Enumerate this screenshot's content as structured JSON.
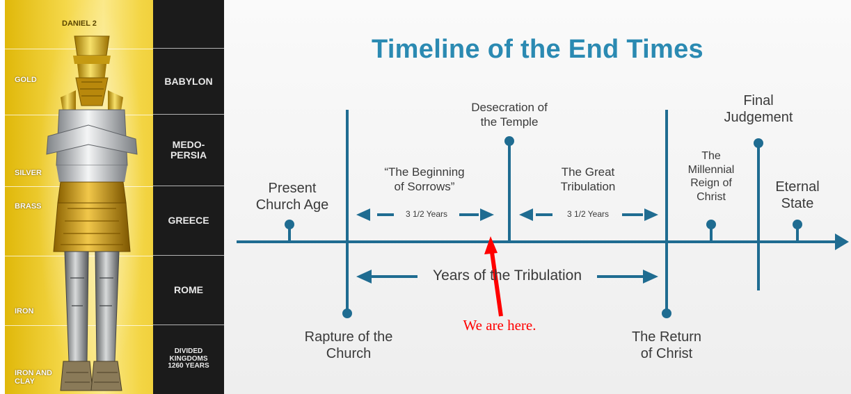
{
  "statue": {
    "caption": "DANIEL 2",
    "metals": [
      "GOLD",
      "SILVER",
      "BRASS",
      "IRON",
      "IRON AND\nCLAY"
    ],
    "kingdoms": [
      "BABYLON",
      "MEDO-\nPERSIA",
      "GREECE",
      "ROME",
      "DIVIDED\nKINGDOMS\n1260 YEARS"
    ]
  },
  "timeline": {
    "title": "Timeline of the End Times",
    "events_above": {
      "present": "Present\nChurch Age",
      "desecration": "Desecration of\nthe Temple",
      "millennial": "The\nMillennial\nReign of\nChrist",
      "judgement": "Final\nJudgement",
      "eternal": "Eternal\nState"
    },
    "events_below": {
      "rapture": "Rapture of the\nChurch",
      "return": "The Return\nof Christ"
    },
    "phases": {
      "sorrows": "“The Beginning\nof Sorrows”",
      "great": "The Great\nTribulation"
    },
    "spans": {
      "first": "3 1/2 Years",
      "second": "3 1/2 Years",
      "tribulation": "Years of the Tribulation"
    },
    "marker": {
      "label": "We are here.",
      "color": "#ff0000"
    },
    "colors": {
      "line": "#1f6c91",
      "title": "#2b8ab2"
    }
  }
}
